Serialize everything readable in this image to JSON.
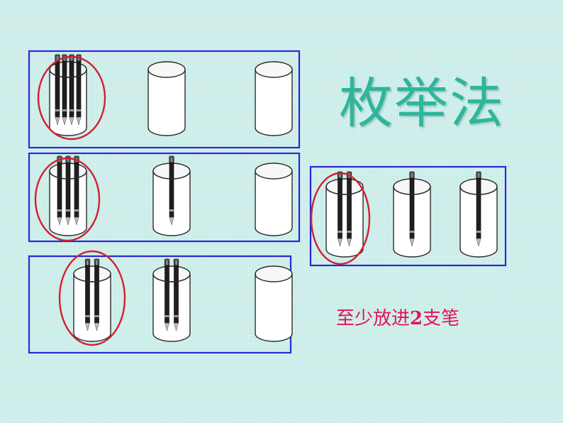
{
  "title": "枚举法",
  "caption": {
    "prefix": "至少放进",
    "number": "2",
    "suffix": "支笔"
  },
  "colors": {
    "frame": "#2a2ad6",
    "highlight_ring": "#d21f2f",
    "title": "#2fb59a",
    "caption": "#e0145a",
    "cup_outline": "#2a2a2a",
    "cup_fill": "#ffffff",
    "pen_body": "#1f1f1f"
  },
  "diagram": {
    "cases": [
      {
        "id": "case-1",
        "pens_per_cup": [
          4,
          0,
          0
        ],
        "highlighted_cup": 1
      },
      {
        "id": "case-2",
        "pens_per_cup": [
          3,
          1,
          0
        ],
        "highlighted_cup": 1
      },
      {
        "id": "case-3",
        "pens_per_cup": [
          2,
          2,
          0
        ],
        "highlighted_cup": 1
      },
      {
        "id": "case-4",
        "pens_per_cup": [
          2,
          1,
          1
        ],
        "highlighted_cup": 1
      }
    ]
  }
}
